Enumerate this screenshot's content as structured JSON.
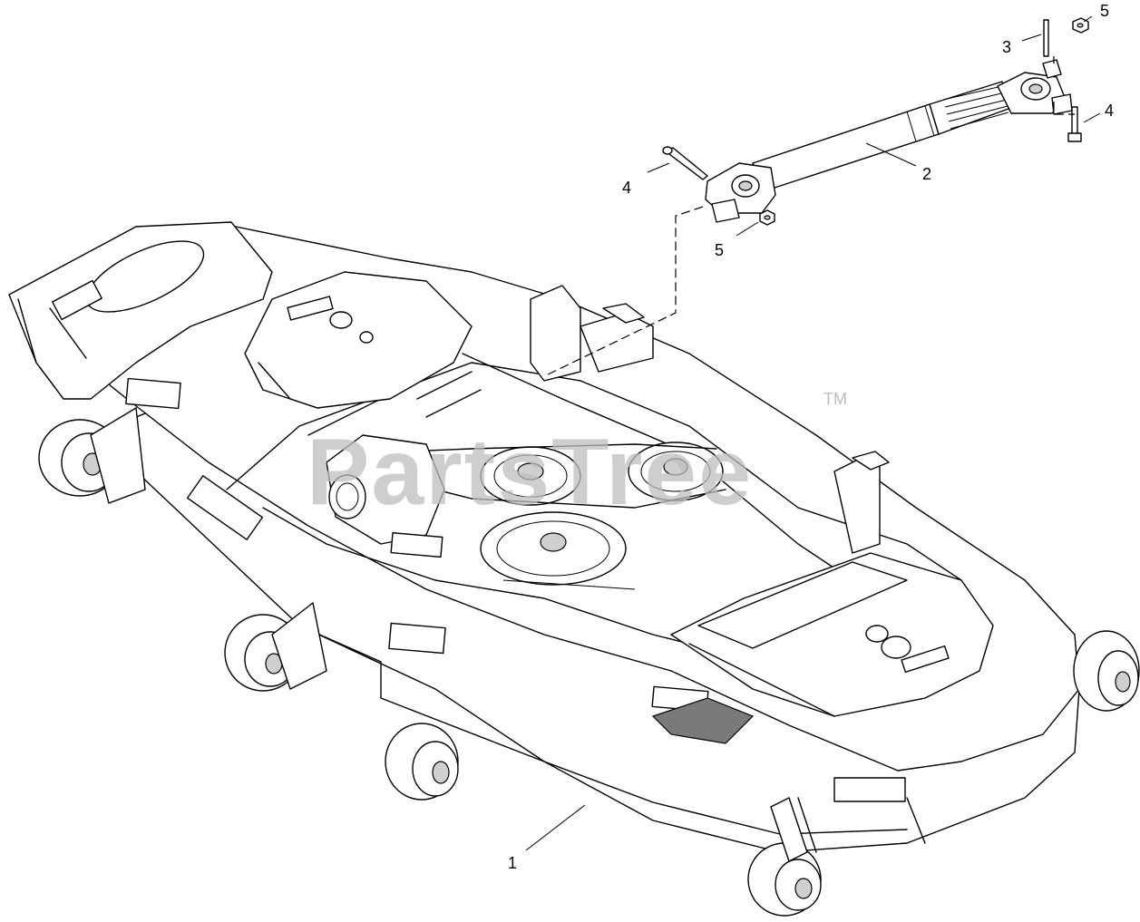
{
  "diagram": {
    "callouts": [
      {
        "id": "1",
        "label": "1"
      },
      {
        "id": "2",
        "label": "2"
      },
      {
        "id": "3",
        "label": "3"
      },
      {
        "id": "4a",
        "label": "4"
      },
      {
        "id": "4b",
        "label": "4"
      },
      {
        "id": "5a",
        "label": "5"
      },
      {
        "id": "5b",
        "label": "5"
      }
    ],
    "watermark": {
      "text": "PartsTree",
      "trademark": "TM"
    }
  }
}
